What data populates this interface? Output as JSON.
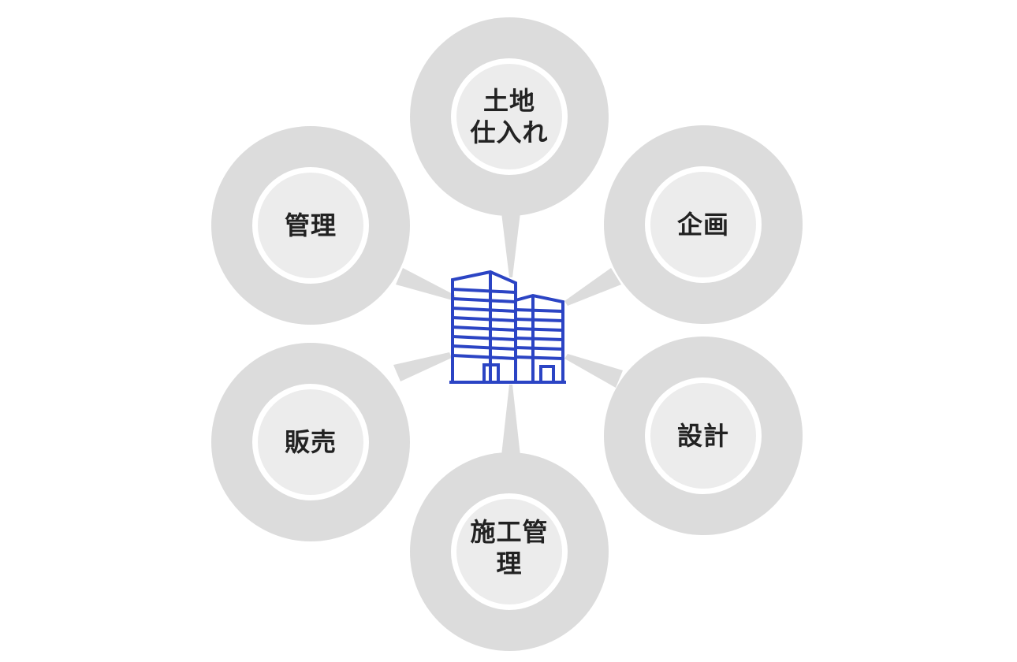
{
  "diagram": {
    "center": {
      "icon": "office-buildings-icon",
      "color": "#2b44c4"
    },
    "node_color": "#dcdcdc",
    "connector_color": "#dcdcdc",
    "nodes": [
      {
        "id": "land-acquisition",
        "label": "土地\n仕入れ"
      },
      {
        "id": "planning",
        "label": "企画"
      },
      {
        "id": "design",
        "label": "設計"
      },
      {
        "id": "construction-management",
        "label": "施工管理"
      },
      {
        "id": "sales",
        "label": "販売"
      },
      {
        "id": "management",
        "label": "管理"
      }
    ]
  }
}
